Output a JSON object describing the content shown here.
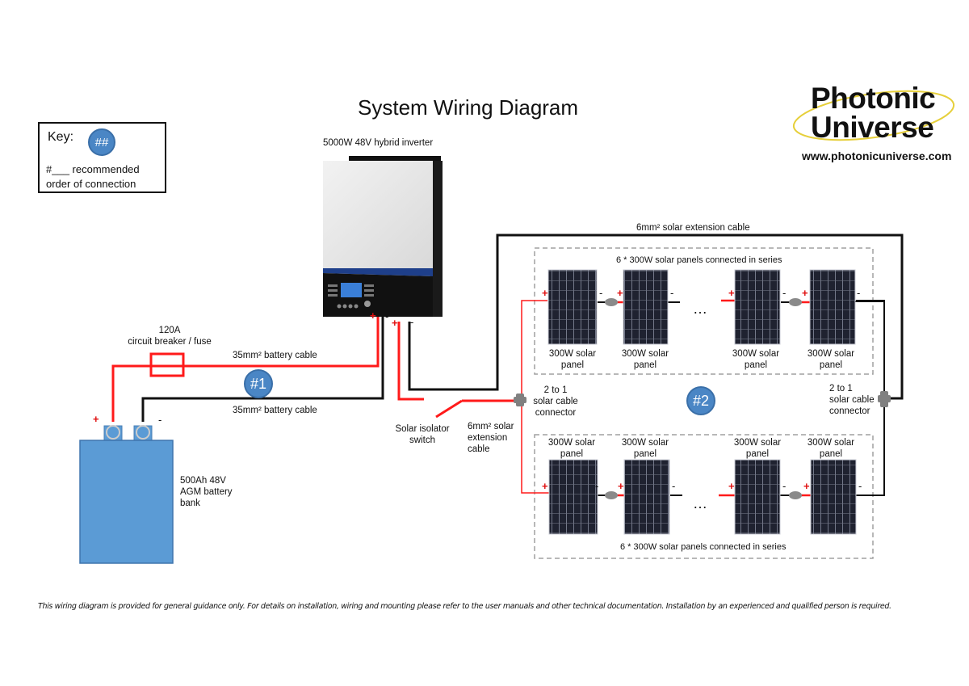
{
  "title": "System Wiring Diagram",
  "key": {
    "label": "Key:",
    "badge": "##",
    "description_line1": "#___ recommended",
    "description_line2": "order of connection"
  },
  "logo": {
    "line1": "Photonic",
    "line2": "Universe",
    "url": "www.photonicuniverse.com"
  },
  "inverter": {
    "label": "5000W 48V hybrid inverter"
  },
  "battery": {
    "label_line1": "500Ah 48V",
    "label_line2": "AGM battery",
    "label_line3": "bank",
    "color": "#5b9bd5"
  },
  "breaker": {
    "rating": "120A",
    "label": "circuit breaker / fuse"
  },
  "cables": {
    "battery_positive": "35mm² battery cable",
    "battery_negative": "35mm² battery cable",
    "solar_top": "6mm² solar extension cable",
    "solar_ext_line1": "6mm² solar",
    "solar_ext_line2": "extension",
    "solar_ext_line3": "cable"
  },
  "isolator": {
    "line1": "Solar isolator",
    "line2": "switch"
  },
  "connector_left": {
    "line1": "2 to 1",
    "line2": "solar cable",
    "line3": "connector"
  },
  "connector_right": {
    "line1": "2 to 1",
    "line2": "solar cable",
    "line3": "connector"
  },
  "steps": [
    "#1",
    "#2"
  ],
  "arrays": {
    "top_label": "6 * 300W solar panels connected in series",
    "bottom_label": "6 * 300W solar panels connected in series",
    "panel_label_line1": "300W solar",
    "panel_label_line2": "panel",
    "ellipsis": "…"
  },
  "polarity": {
    "plus": "+",
    "minus": "-"
  },
  "colors": {
    "positive_wire": "#ff1a1a",
    "negative_wire": "#111111",
    "badge": "#4a86c5"
  },
  "disclaimer": "This wiring diagram is provided for general guidance only. For details on installation, wiring and mounting please refer to the user manuals and other technical documentation. Installation by an experienced and qualified person is required."
}
